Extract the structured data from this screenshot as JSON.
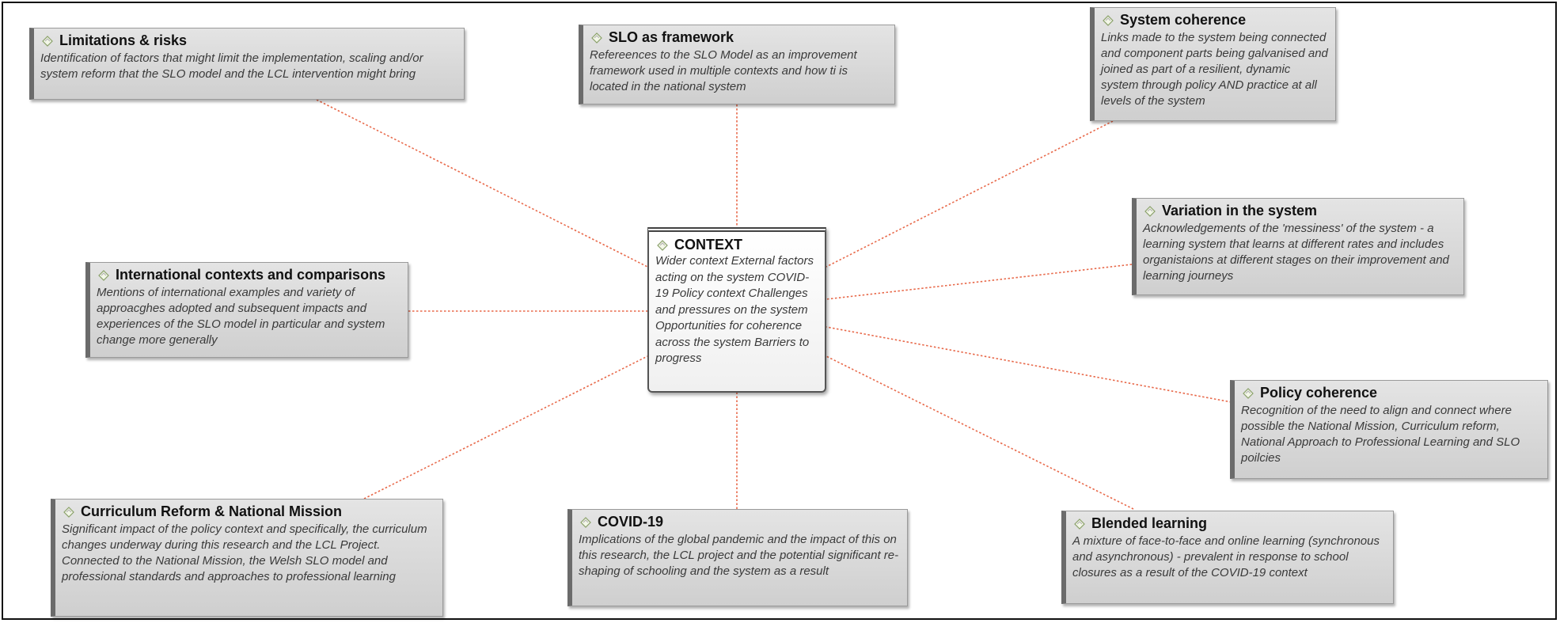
{
  "center": {
    "title": "CONTEXT",
    "description": "Wider context External factors acting on the system  COVID-19 Policy context Challenges and pressures on the system Opportunities for coherence across the system Barriers to progress"
  },
  "nodes": [
    {
      "id": "limitations",
      "title": "Limitations & risks",
      "description": "Identification of factors that might limit the implementation, scaling and/or system reform that the SLO model and the LCL intervention might bring"
    },
    {
      "id": "slo_framework",
      "title": "SLO as framework",
      "description": "Refereences to the SLO Model as an improvement framework used in multiple contexts and how ti is located in the national system"
    },
    {
      "id": "system_coherence",
      "title": "System coherence",
      "description": "Links made to the system being connected and component parts being galvanised and joined as part of a resilient, dynamic system through policy AND practice at all levels of the system"
    },
    {
      "id": "variation",
      "title": "Variation in the system",
      "description": "Acknowledgements of the 'messiness' of the system - a learning system that learns at different rates and includes organistaions at different stages on their improvement and learning journeys"
    },
    {
      "id": "international",
      "title": "International contexts and comparisons",
      "description": "Mentions of international examples and variety of approacghes adopted and subsequent impacts and experiences of the SLO model in particular and system change more generally"
    },
    {
      "id": "policy_coherence",
      "title": "Policy coherence",
      "description": "Recognition of the need to align and connect where possible the National Mission, Curriculum reform, National Approach to Professional Learning and SLO poilcies"
    },
    {
      "id": "curriculum",
      "title": "Curriculum Reform & National Mission",
      "description": "Significant impact of the policy context and specifically, the curriculum changes underway during this research and the LCL Project. Connected to the National Mission, the Welsh SLO model and professional standards and approaches to professional learning"
    },
    {
      "id": "covid",
      "title": "COVID-19",
      "description": "Implications of the global pandemic and the impact of this on this research, the LCL project and the potential significant re-shaping of schooling and the system as a result"
    },
    {
      "id": "blended",
      "title": "Blended learning",
      "description": "A mixture of face-to-face and online learning (synchronous and asynchronous) - prevalent in response to school closures as a result of the COVID-19 context"
    }
  ],
  "colors": {
    "link": "#e8694a",
    "node_fill": "#d8d8d8",
    "node_border": "#6b6b6b"
  },
  "icon_name": "node-memo-icon"
}
